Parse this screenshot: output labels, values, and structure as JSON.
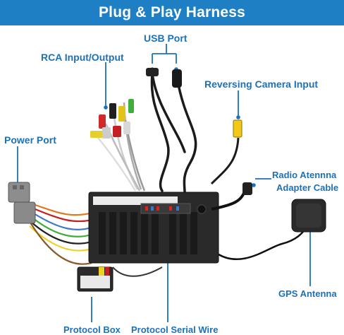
{
  "title": "Plug & Play Harness",
  "labels": {
    "usb_port": "USB Port",
    "rca": "RCA Input/Output",
    "reversing_camera": "Reversing Camera Input",
    "power_port": "Power Port",
    "radio_antenna_line1": "Radio Atennna",
    "radio_antenna_line2": "Adapter Cable",
    "gps_antenna": "GPS Antenna",
    "protocol_box": "Protocol Box",
    "protocol_serial_wire": "Protocol Serial Wire"
  },
  "colors": {
    "accent": "#1f7fc4",
    "label_text": "#1c71b8",
    "callout_line": "#1c71b8"
  }
}
